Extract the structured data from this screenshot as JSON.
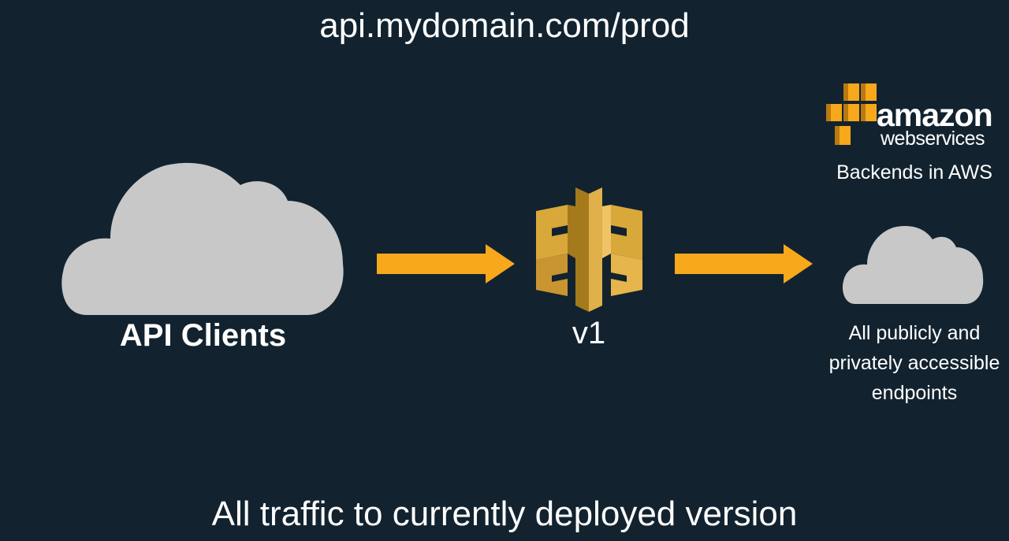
{
  "title": "api.mydomain.com/prod",
  "clients": {
    "label": "API Clients"
  },
  "gateway": {
    "version": "v1"
  },
  "aws": {
    "logo_word": "amazon",
    "logo_subword": "webservices",
    "backends_label": "Backends in AWS",
    "endpoints_label": "All publicly and privately accessible endpoints"
  },
  "caption": "All traffic to currently deployed version",
  "colors": {
    "background": "#12232f",
    "arrow": "#f7a81b",
    "cloud": "#c8c8c8",
    "gateway_icon": "#c79a2a"
  },
  "icons": [
    "cloud-icon",
    "api-gateway-icon",
    "aws-logo-icon",
    "arrow-right-icon"
  ]
}
